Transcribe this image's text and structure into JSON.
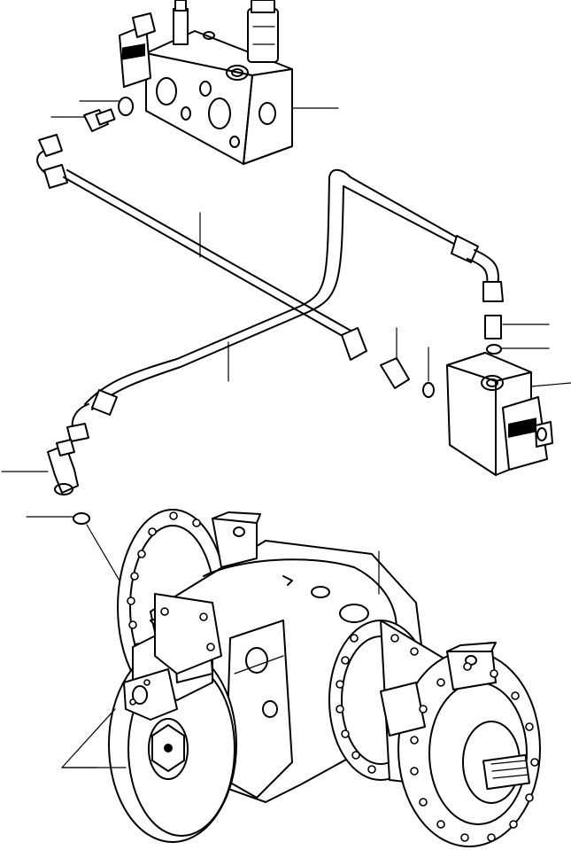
{
  "diagram": {
    "parts": [
      "valve-block-upper",
      "adapter-fitting-upper",
      "o-ring-upper",
      "hose-assembly-1",
      "hose-assembly-2",
      "adapter-fitting-middle",
      "o-ring-middle",
      "adapter-fitting-right",
      "o-ring-right",
      "valve-block-right",
      "elbow-fitting-left",
      "o-ring-left",
      "axle-housing",
      "brake-calipers"
    ],
    "callout_labels": []
  }
}
